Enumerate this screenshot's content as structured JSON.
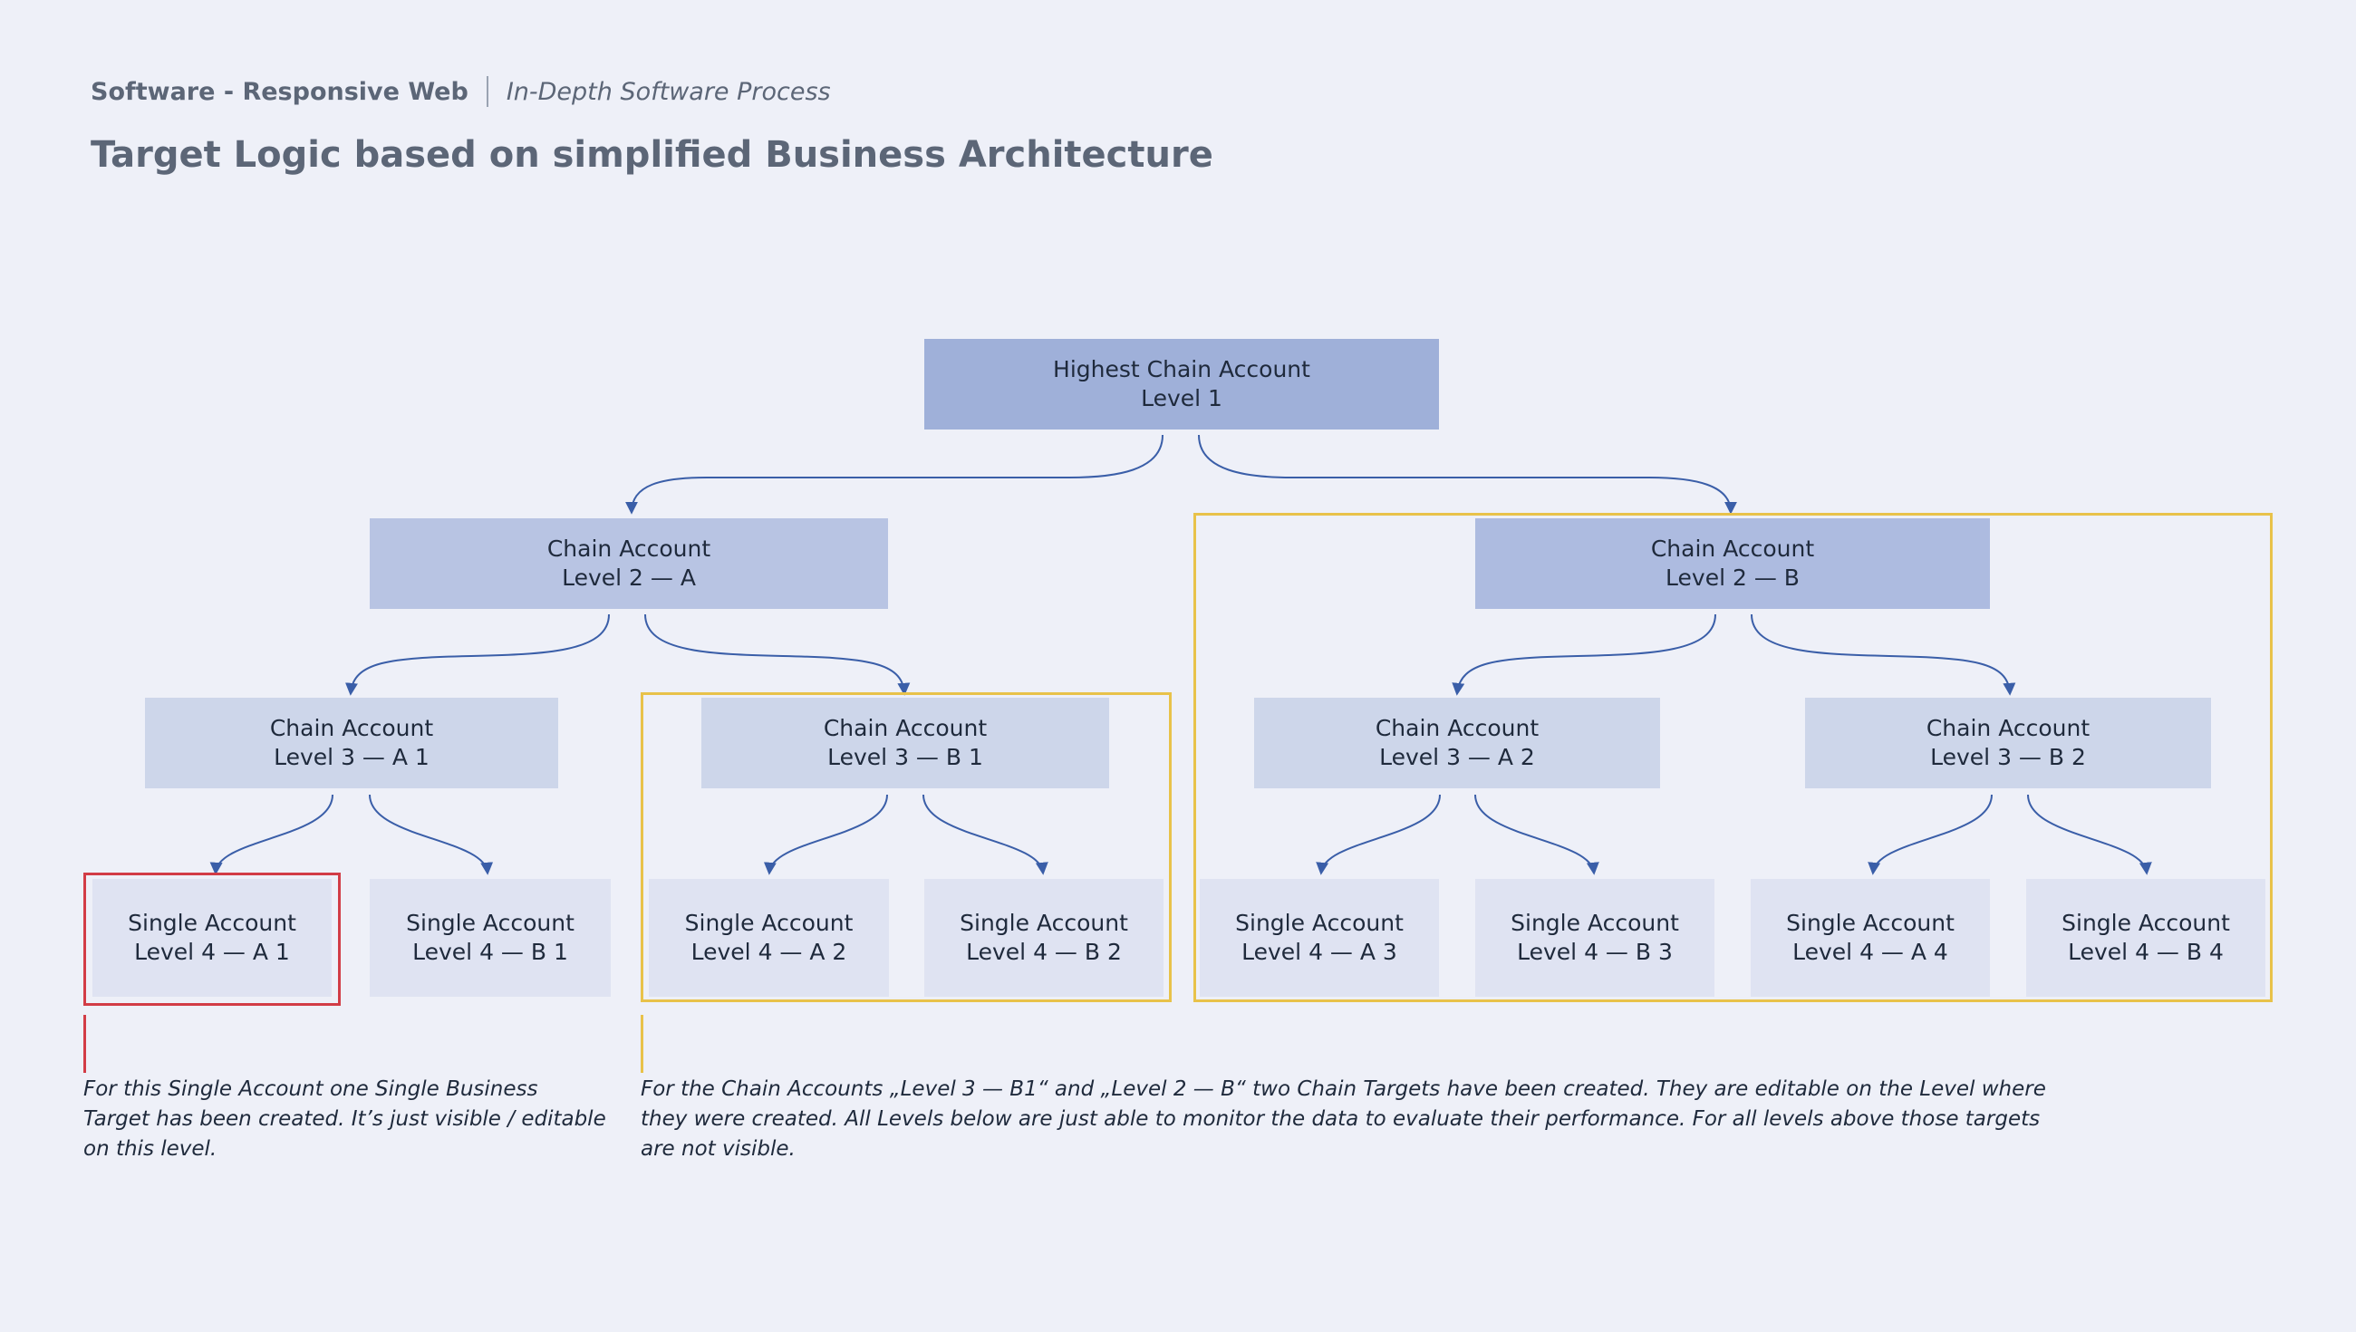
{
  "header": {
    "app": "Software - Responsive Web",
    "section": "In-Depth Software Process",
    "title": "Target Logic based on simplified Business Architecture"
  },
  "colors": {
    "background": "#eef0f8",
    "level1": "#9fb0d9",
    "level2": "#b8c4e3",
    "level3": "#cdd6ea",
    "level4": "#dfe3f2",
    "connector": "#3a5ea8",
    "single_target": "#d23c46",
    "chain_target": "#e8c24a"
  },
  "nodes": {
    "l1": {
      "title": "Highest Chain Account",
      "level": "Level 1"
    },
    "l2a": {
      "title": "Chain Account",
      "level": "Level 2 — A"
    },
    "l2b": {
      "title": "Chain Account",
      "level": "Level 2 — B"
    },
    "l3a1": {
      "title": "Chain Account",
      "level": "Level 3 — A 1"
    },
    "l3b1": {
      "title": "Chain Account",
      "level": "Level 3 — B 1"
    },
    "l3a2": {
      "title": "Chain Account",
      "level": "Level 3 — A 2"
    },
    "l3b2": {
      "title": "Chain Account",
      "level": "Level 3 — B 2"
    },
    "l4a1": {
      "title": "Single Account",
      "level": "Level 4 — A 1"
    },
    "l4b1": {
      "title": "Single Account",
      "level": "Level 4 — B 1"
    },
    "l4a2": {
      "title": "Single Account",
      "level": "Level 4 — A 2"
    },
    "l4b2": {
      "title": "Single Account",
      "level": "Level 4 — B 2"
    },
    "l4a3": {
      "title": "Single Account",
      "level": "Level 4 — A 3"
    },
    "l4b3": {
      "title": "Single Account",
      "level": "Level 4 — B 3"
    },
    "l4a4": {
      "title": "Single Account",
      "level": "Level 4 — A 4"
    },
    "l4b4": {
      "title": "Single Account",
      "level": "Level 4 — B 4"
    }
  },
  "notes": {
    "single": "For this Single Account one Single Business Target has been created. It’s just visible / editable on this level.",
    "chain": "For the Chain Accounts „Level 3 — B1“ and „Level 2 — B“ two Chain Targets have been created. They are editable on the Level where they were created. All Levels below are just able to monitor the data to evaluate their performance. For all levels above those targets are not visible."
  }
}
